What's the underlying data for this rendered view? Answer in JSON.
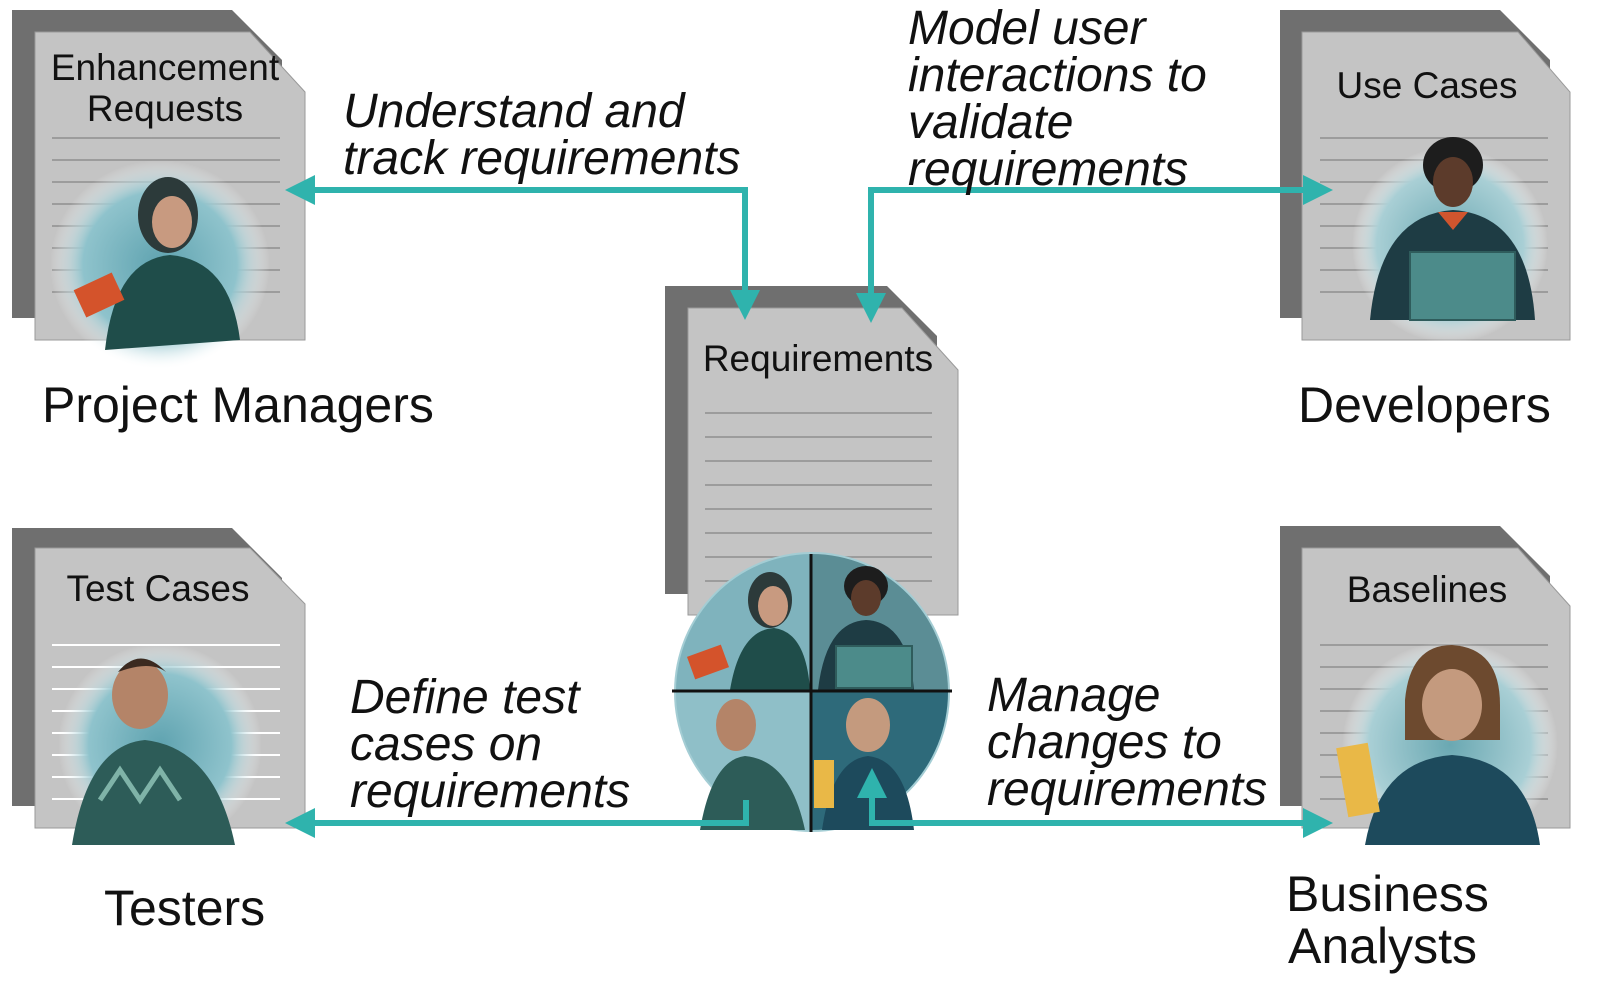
{
  "documents": {
    "enhancement_requests": {
      "line1": "Enhancement",
      "line2": "Requests"
    },
    "use_cases": {
      "title": "Use Cases"
    },
    "requirements": {
      "title": "Requirements"
    },
    "test_cases": {
      "title": "Test Cases"
    },
    "baselines": {
      "title": "Baselines"
    }
  },
  "roles": {
    "project_managers": "Project Managers",
    "developers": "Developers",
    "testers": "Testers",
    "business_analysts": {
      "line1": "Business",
      "line2": "Analysts"
    }
  },
  "actions": {
    "understand": {
      "line1": "Understand and",
      "line2": "track requirements"
    },
    "model": {
      "line1": "Model user",
      "line2": "interactions to",
      "line3": "validate",
      "line4": "requirements"
    },
    "define_tests": {
      "line1": "Define test",
      "line2": "cases on",
      "line3": "requirements"
    },
    "manage_changes": {
      "line1": "Manage",
      "line2": "changes to",
      "line3": "requirements"
    }
  },
  "colors": {
    "arrow": "#2fb3ad",
    "doc_page": "#c4c4c4",
    "doc_back": "#6f6f6f"
  },
  "icons": {
    "document": "document-icon",
    "person_photo": "person-photo"
  }
}
